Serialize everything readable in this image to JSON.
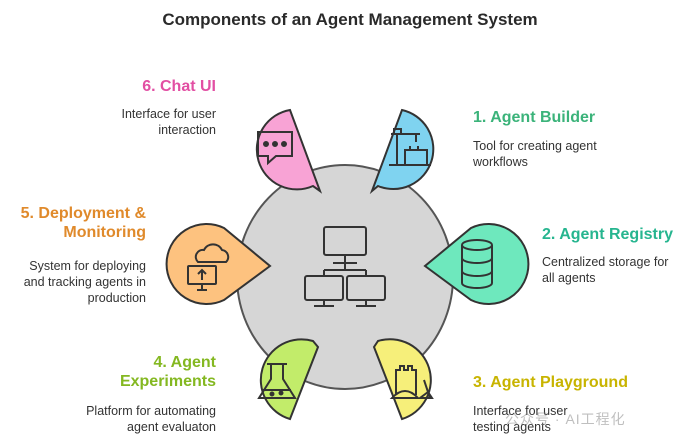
{
  "title": "Components of an Agent Management System",
  "components": [
    {
      "num": "1. Agent Builder",
      "desc_lines": [
        "Tool for creating agent",
        "workflows"
      ],
      "color": "#3bb37a",
      "fill": "#7fd3f0"
    },
    {
      "num": "2. Agent Registry",
      "desc_lines": [
        "Centralized storage for",
        "all agents"
      ],
      "color": "#26b58f",
      "fill": "#6ee8bd"
    },
    {
      "num": "3. Agent Playground",
      "desc_lines": [
        "Interface for user",
        "testing agents"
      ],
      "color": "#c8b400",
      "fill": "#f6ef7a"
    },
    {
      "num_lines": [
        "4. Agent",
        "Experiments"
      ],
      "desc_lines": [
        "Platform for automating",
        "agent evaluaton"
      ],
      "color": "#84b821",
      "fill": "#c2ec6a"
    },
    {
      "num_lines": [
        "5. Deployment &",
        "Monitoring"
      ],
      "desc_lines": [
        "System for deploying",
        "and tracking agents in",
        "production"
      ],
      "color": "#e08a2b",
      "fill": "#fdc27f"
    },
    {
      "num": "6. Chat UI",
      "desc_lines": [
        "Interface for user",
        "interaction"
      ],
      "color": "#e24fa3",
      "fill": "#f8a3d5"
    }
  ],
  "watermark": "公众号 · AI工程化",
  "icons": {
    "center": "network-computers-icon",
    "builder": "crane-construction-icon",
    "registry": "database-icon",
    "playground": "sandcastle-icon",
    "experiments": "flask-icon",
    "deployment": "cloud-monitor-icon",
    "chat": "chat-bubble-icon"
  }
}
